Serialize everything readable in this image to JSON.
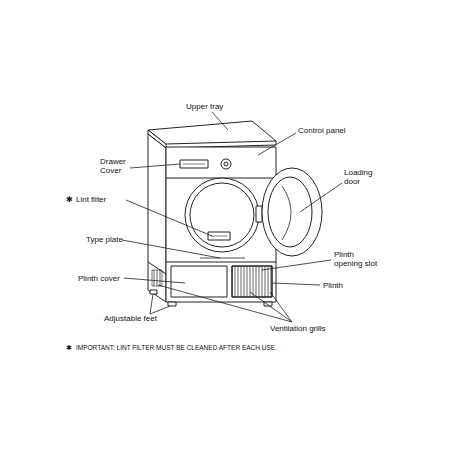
{
  "diagram": {
    "labels": [
      "Upper tray",
      "Control panel",
      "Drawer Cover",
      "Loading door",
      "✱",
      "Lint filter",
      "Type plate",
      "Plinth opening slot",
      "Plinth cover",
      "Plinth",
      "Adjustable feet",
      "Ventilation grills",
      "✱",
      "IMPORTANT: LINT FILTER MUST BE CLEANED AFTER EACH USE."
    ]
  }
}
